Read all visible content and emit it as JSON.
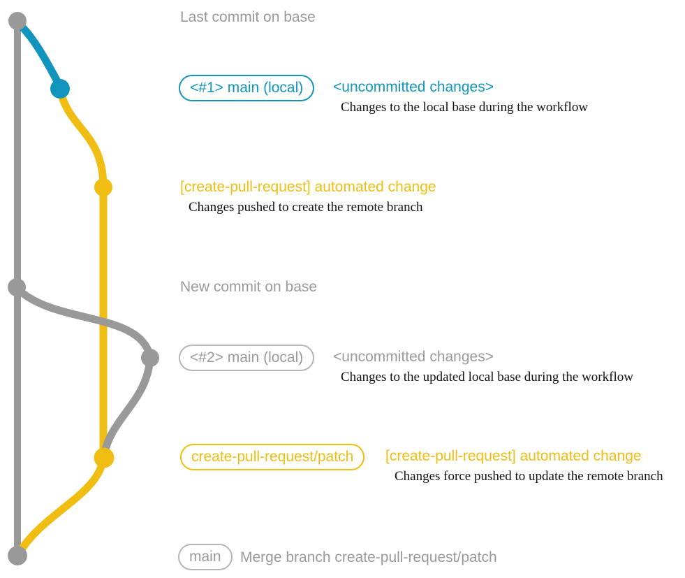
{
  "colors": {
    "gray": "#999999",
    "gray_text": "#9a9a9a",
    "blue": "#1295bc",
    "yellow": "#f0be12",
    "note_text": "#111111"
  },
  "rows": {
    "last_commit": {
      "label": "Last commit on base"
    },
    "uncommitted_1": {
      "badge": "<#1> main (local)",
      "title": "<uncommitted changes>",
      "note": "Changes to the local base during the workflow"
    },
    "automated_1": {
      "title": "[create-pull-request] automated change",
      "note": "Changes pushed to create the remote branch"
    },
    "new_commit": {
      "label": "New commit on base"
    },
    "uncommitted_2": {
      "badge": "<#2> main (local)",
      "title": "<uncommitted changes>",
      "note": "Changes to the updated local base during the workflow"
    },
    "automated_2": {
      "badge": "create-pull-request/patch",
      "title": "[create-pull-request] automated change",
      "note": "Changes force pushed to update the remote branch"
    },
    "merge": {
      "badge": "main",
      "title": "Merge branch create-pull-request/patch"
    }
  },
  "graph": {
    "branches": [
      "base",
      "main (local)",
      "create-pull-request/patch"
    ],
    "commits": [
      {
        "name": "last-commit-on-base",
        "color": "gray"
      },
      {
        "name": "uncommitted-changes-1",
        "color": "blue"
      },
      {
        "name": "automated-change-1",
        "color": "yellow"
      },
      {
        "name": "new-commit-on-base",
        "color": "gray"
      },
      {
        "name": "uncommitted-changes-2",
        "color": "gray"
      },
      {
        "name": "automated-change-2-force-push",
        "color": "yellow"
      },
      {
        "name": "merge-commit",
        "color": "gray"
      }
    ]
  }
}
